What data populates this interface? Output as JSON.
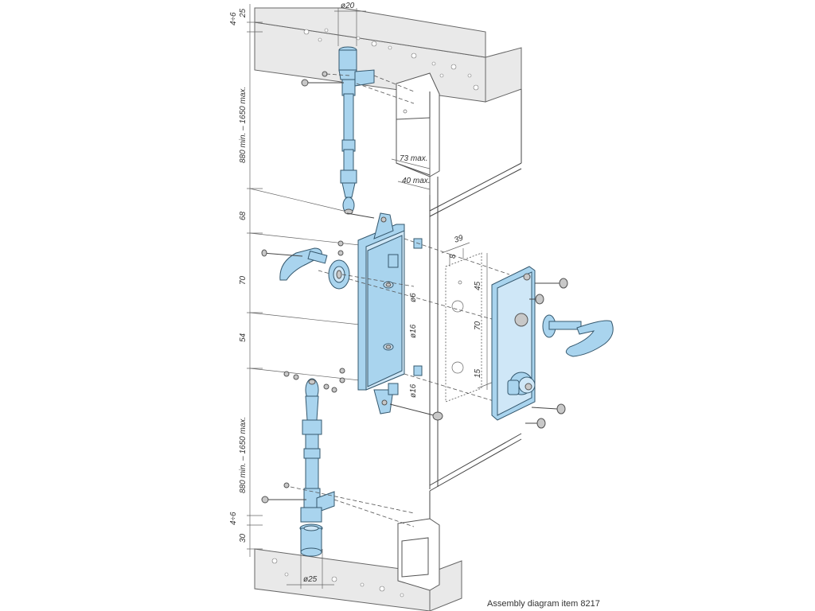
{
  "caption": "Assembly diagram item 8217",
  "dimensions": {
    "d20": "ø20",
    "d25": "ø25",
    "top_446": "4÷6",
    "top_25": "25",
    "upper_rod": "880 min. – 1650 max.",
    "h68": "68",
    "h70": "70",
    "h54": "54",
    "lower_rod": "880 min. – 1650 max.",
    "bottom_446": "4÷6",
    "bottom_30": "30",
    "w73": "73 max.",
    "w40": "40 max.",
    "w39": "39",
    "w8": "8",
    "h45": "45",
    "h70r": "70",
    "h15": "15",
    "hole_top": "ø6",
    "hole_mid": "ø16",
    "hole_bot": "ø16"
  },
  "colors": {
    "part_blue": "#a9d4ee",
    "part_outline": "#35586e",
    "concrete": "#e9e9e9",
    "frame": "#555555"
  }
}
